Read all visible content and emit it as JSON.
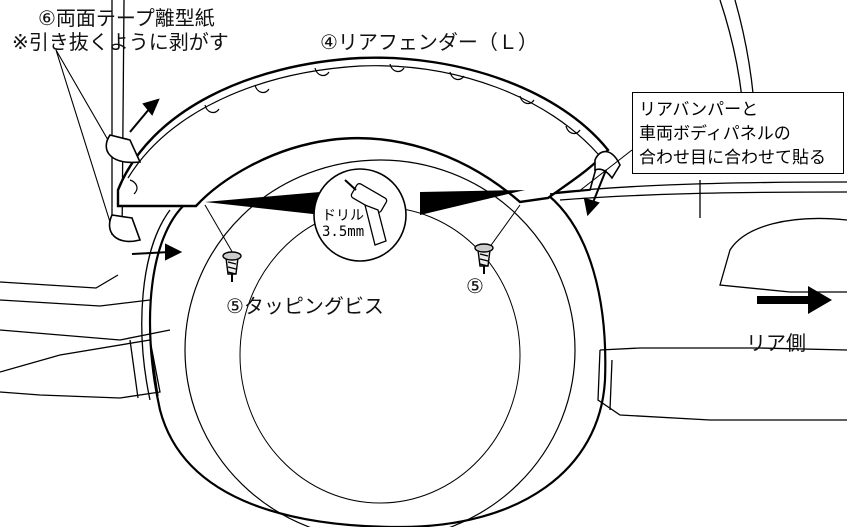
{
  "labels": {
    "tape_part": "⑥両面テープ離型紙",
    "tape_instruction": "※引き抜くように剥がす",
    "fender": "④リアフェンダー（Ｌ）",
    "screws": "⑤タッピングビス",
    "screw_marker": "⑤",
    "rear_side": "リア側",
    "drill_line1": "ドリル",
    "drill_line2": "3.5mm"
  },
  "callout": {
    "line1": "リアバンパーと",
    "line2": "車両ボディパネルの",
    "line3": "合わせ目に合わせて貼る"
  },
  "icons": [
    "screw-icon",
    "drill-icon",
    "arrow-icon"
  ]
}
